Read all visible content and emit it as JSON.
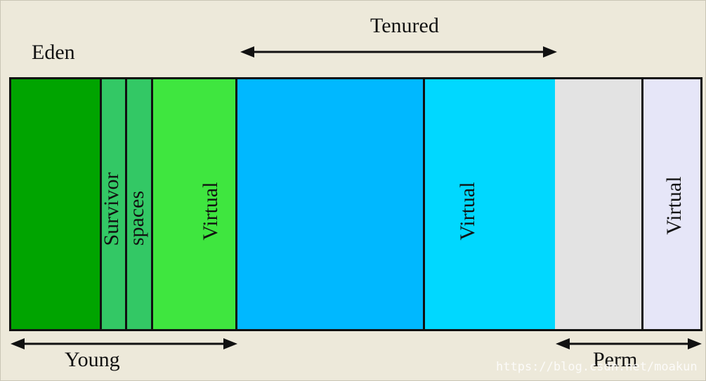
{
  "diagram": {
    "top_labels": {
      "eden": "Eden",
      "tenured": "Tenured"
    },
    "segments": {
      "eden": {
        "color": "#00a400"
      },
      "survivor1": {
        "color": "#33c865",
        "text": "Survivor"
      },
      "survivor2": {
        "color": "#33c865",
        "text": "spaces"
      },
      "young_virtual": {
        "color": "#3fe63f",
        "text": "Virtual"
      },
      "tenured": {
        "color": "#00b8ff"
      },
      "tenured_virtual": {
        "color": "#00d8ff",
        "text": "Virtual"
      },
      "perm": {
        "color": "#e3e3e3"
      },
      "perm_virtual": {
        "color": "#e6e6f8",
        "text": "Virtual"
      }
    },
    "bottom_labels": {
      "young": "Young",
      "perm": "Perm"
    },
    "watermark": "https://blog.csdn.net/moakun"
  }
}
